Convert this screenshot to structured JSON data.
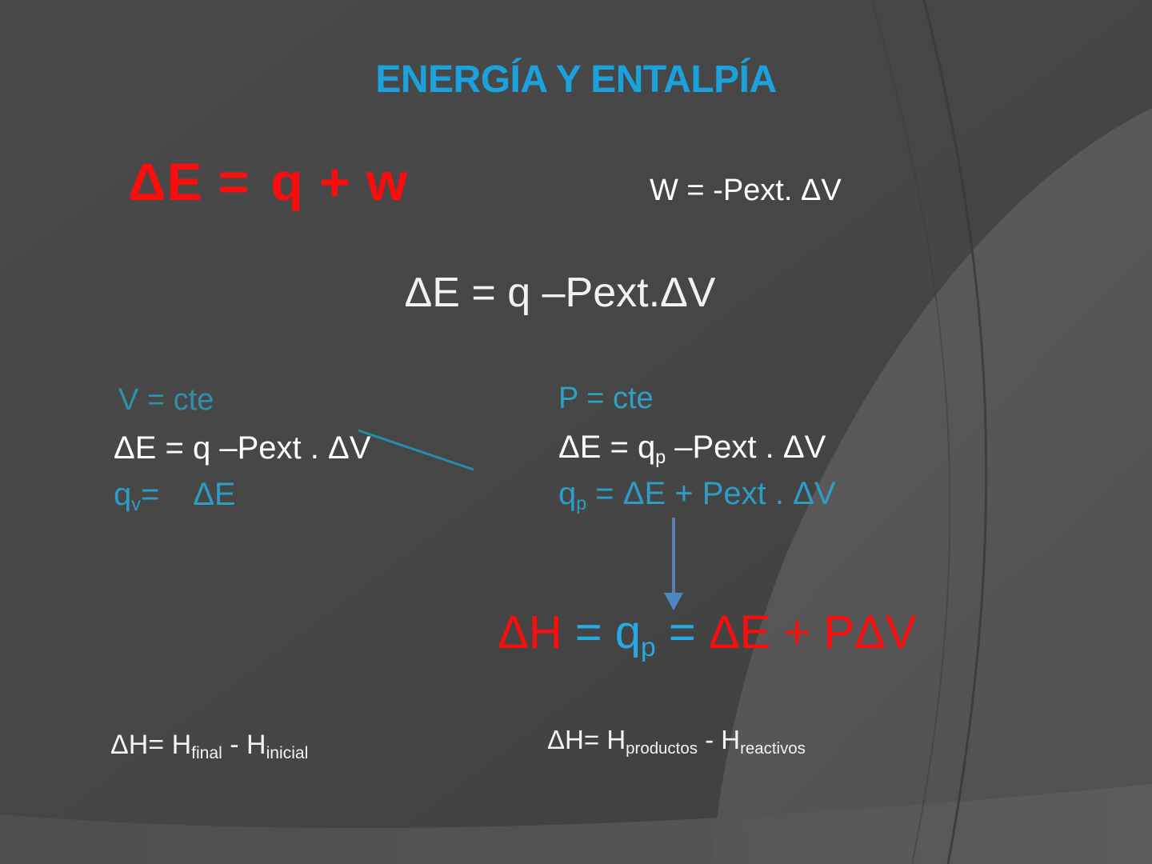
{
  "slide": {
    "title": "ENERGÍA Y ENTALPÍA",
    "background_color": "#454545",
    "accent_cyan": "#1ba2dd",
    "accent_red": "#fb0d0d",
    "accent_teal": "#2f90a9",
    "text_white": "#ffffff",
    "arrow_color": "#5b7fa8",
    "strike_color": "#1f8fb0"
  },
  "equations": {
    "first_law": {
      "lhs": "ΔE =",
      "rhs": "q + w",
      "color": "#fb0d0d"
    },
    "work": "W = -Pext. ΔV",
    "combined": "ΔE = q –Pext.ΔV"
  },
  "columns": {
    "left": {
      "condition": "V = cte",
      "equation_prefix": "ΔE = q –Pext . ",
      "equation_struck": "ΔV",
      "result_symbol": "q",
      "result_subscript": "v",
      "result_equals": "=",
      "result_value": "ΔE"
    },
    "right": {
      "condition": "P = cte",
      "equation_a": "ΔE = q",
      "equation_a_subscript": "p",
      "equation_a_tail": " –Pext . ΔV",
      "equation_b_symbol": "q",
      "equation_b_subscript": "p",
      "equation_b_tail": " = ΔE + Pext . ΔV"
    }
  },
  "final": {
    "part1": "ΔH ",
    "eq1": "=",
    "q_symbol": " q",
    "q_subscript": "p",
    "eq2": " =",
    "part2": " ΔE + PΔV"
  },
  "footnotes": {
    "left": {
      "prefix": "ΔH= H",
      "sub1": "final",
      "middle": " - H",
      "sub2": "inicial"
    },
    "right": {
      "prefix": "ΔH= H",
      "sub1": "productos",
      "middle": " - H",
      "sub2": "reactivos"
    }
  },
  "arrow": {
    "direction": "down",
    "meaning": "leads-to"
  }
}
